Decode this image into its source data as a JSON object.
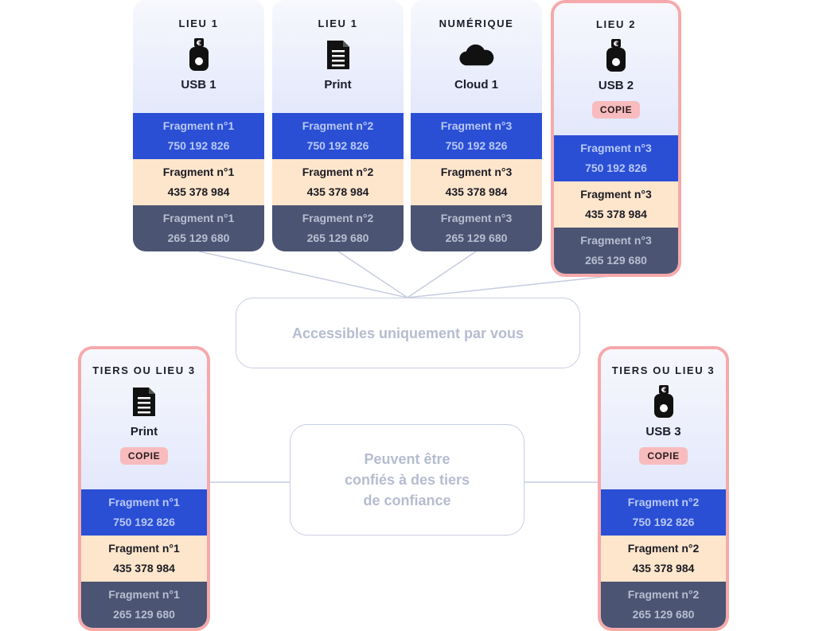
{
  "cards": [
    {
      "location": "LIEU 1",
      "icon": "usb-key-icon",
      "name": "USB 1",
      "badge": "",
      "fragments": [
        {
          "label": "Fragment n°1",
          "value": "750 192 826"
        },
        {
          "label": "Fragment n°1",
          "value": "435 378 984"
        },
        {
          "label": "Fragment n°1",
          "value": "265 129 680"
        }
      ]
    },
    {
      "location": "LIEU 1",
      "icon": "document-icon",
      "name": "Print",
      "badge": "",
      "fragments": [
        {
          "label": "Fragment n°2",
          "value": "750 192 826"
        },
        {
          "label": "Fragment n°2",
          "value": "435 378 984"
        },
        {
          "label": "Fragment n°2",
          "value": "265 129 680"
        }
      ]
    },
    {
      "location": "NUMÉRIQUE",
      "icon": "cloud-icon",
      "name": "Cloud 1",
      "badge": "",
      "fragments": [
        {
          "label": "Fragment n°3",
          "value": "750 192 826"
        },
        {
          "label": "Fragment n°3",
          "value": "435 378 984"
        },
        {
          "label": "Fragment n°3",
          "value": "265 129 680"
        }
      ]
    },
    {
      "location": "LIEU 2",
      "icon": "usb-key-icon",
      "name": "USB 2",
      "badge": "COPIE",
      "fragments": [
        {
          "label": "Fragment n°3",
          "value": "750 192 826"
        },
        {
          "label": "Fragment n°3",
          "value": "435 378 984"
        },
        {
          "label": "Fragment n°3",
          "value": "265 129 680"
        }
      ]
    },
    {
      "location": "TIERS OU LIEU 3",
      "icon": "document-icon",
      "name": "Print",
      "badge": "COPIE",
      "fragments": [
        {
          "label": "Fragment n°1",
          "value": "750 192 826"
        },
        {
          "label": "Fragment n°1",
          "value": "435 378 984"
        },
        {
          "label": "Fragment n°1",
          "value": "265 129 680"
        }
      ]
    },
    {
      "location": "TIERS OU LIEU 3",
      "icon": "usb-key-icon",
      "name": "USB 3",
      "badge": "COPIE",
      "fragments": [
        {
          "label": "Fragment n°2",
          "value": "750 192 826"
        },
        {
          "label": "Fragment n°2",
          "value": "435 378 984"
        },
        {
          "label": "Fragment n°2",
          "value": "265 129 680"
        }
      ]
    }
  ],
  "bubbles": {
    "private": "Accessibles uniquement par vous",
    "trusted": [
      "Peuvent être",
      "confiés à des tiers",
      "de confiance"
    ]
  },
  "colors": {
    "fragment_1": "#2a4fd5",
    "fragment_2": "#fde6cc",
    "fragment_3": "#4b5472",
    "copy_border": "#f6a9ab",
    "copy_badge": "#f8bcbe",
    "connector": "#c9cfe3"
  }
}
